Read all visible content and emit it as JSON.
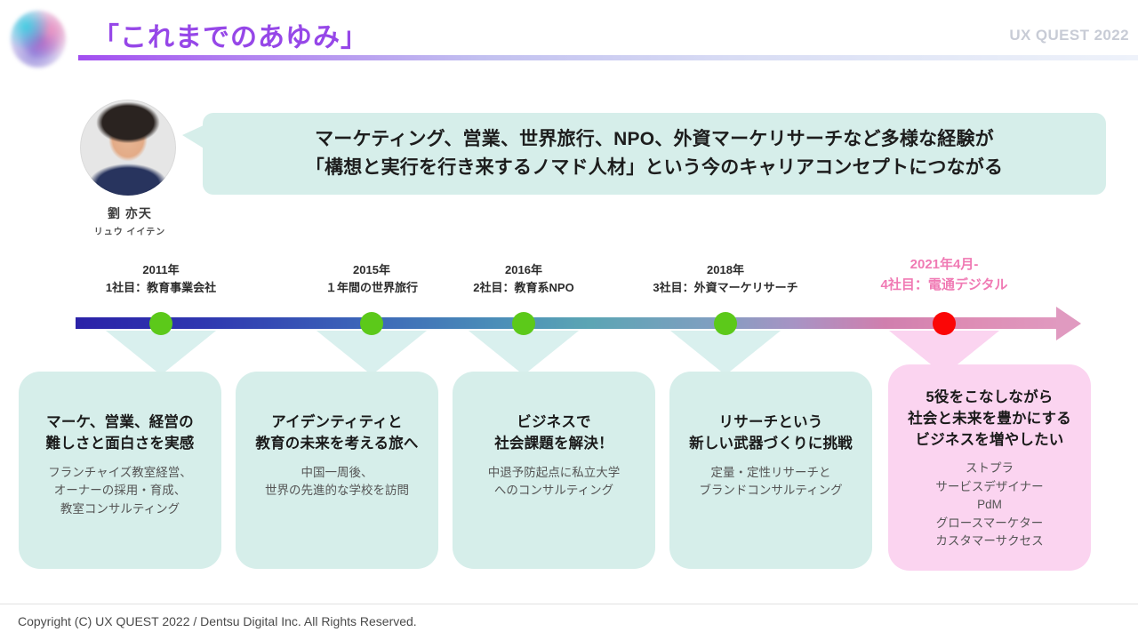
{
  "header": {
    "title": "「これまでのあゆみ」",
    "brand": "UX QUEST 2022",
    "logo_icon": "gradient-orb-logo"
  },
  "profile": {
    "name": "劉 亦天",
    "kana": "リュウ イイテン",
    "avatar_icon": "person-portrait"
  },
  "bubble": {
    "text": "マーケティング、営業、世界旅行、NPO、外資マーケリサーチなど多様な経験が\n「構想と実行を行き来するノマド人材」という今のキャリアコンセプトにつながる"
  },
  "timeline": {
    "milestones": [
      {
        "label": "2011年\n1社目：教育事業会社",
        "dot_color": "#5cc91a",
        "accent": false,
        "card": {
          "title": "マーケ、営業、経営の\n難しさと面白さを実感",
          "body": "フランチャイズ教室経営、\nオーナーの採用・育成、\n教室コンサルティング"
        }
      },
      {
        "label": "2015年\n１年間の世界旅行",
        "dot_color": "#5cc91a",
        "accent": false,
        "card": {
          "title": "アイデンティティと\n教育の未来を考える旅へ",
          "body": "中国一周後、\n世界の先進的な学校を訪問"
        }
      },
      {
        "label": "2016年\n2社目：教育系NPO",
        "dot_color": "#5cc91a",
        "accent": false,
        "card": {
          "title": "ビジネスで\n社会課題を解決！",
          "body": "中退予防起点に私立大学\nへのコンサルティング"
        }
      },
      {
        "label": "2018年\n3社目：外資マーケリサーチ",
        "dot_color": "#5cc91a",
        "accent": false,
        "card": {
          "title": "リサーチという\n新しい武器づくりに挑戦",
          "body": "定量・定性リサーチと\nブランドコンサルティング"
        }
      },
      {
        "label": "2021年4月-\n4社目：電通デジタル",
        "dot_color": "#fb0606",
        "accent": true,
        "card": {
          "title": "5役をこなしながら\n社会と未来を豊かにする\nビジネスを増やしたい",
          "body": "ストプラ\nサービスデザイナー\nPdM\nグロースマーケター\nカスタマーサクセス"
        }
      }
    ]
  },
  "footer": {
    "copyright": "Copyright (C) UX QUEST 2022 / Dentsu Digital Inc. All Rights Reserved."
  },
  "colors": {
    "title_purple": "#9647e8",
    "card_teal": "#d6eeea",
    "card_pink": "#fbd4f0",
    "accent_pink": "#f07ab4",
    "dot_green": "#5cc91a",
    "dot_red": "#fb0606"
  }
}
